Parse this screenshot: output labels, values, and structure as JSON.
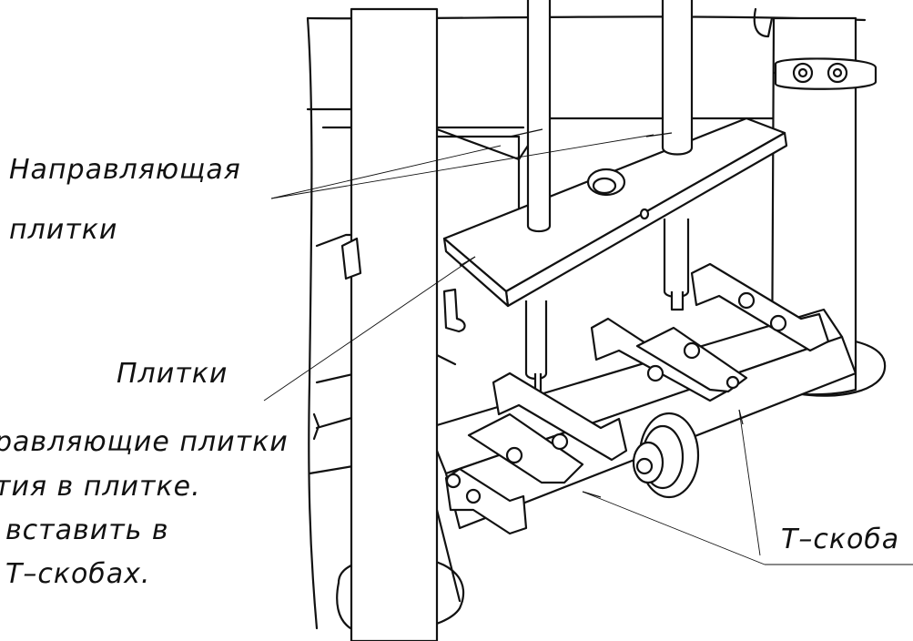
{
  "labels": {
    "guide_tile": [
      "Направляющая",
      "плитки"
    ],
    "tile": "Плитки",
    "note": [
      "равляющие плитки",
      "тия в плитке.",
      "вставить в",
      "Т–скобах."
    ],
    "t_bracket": "Т–скоба"
  }
}
